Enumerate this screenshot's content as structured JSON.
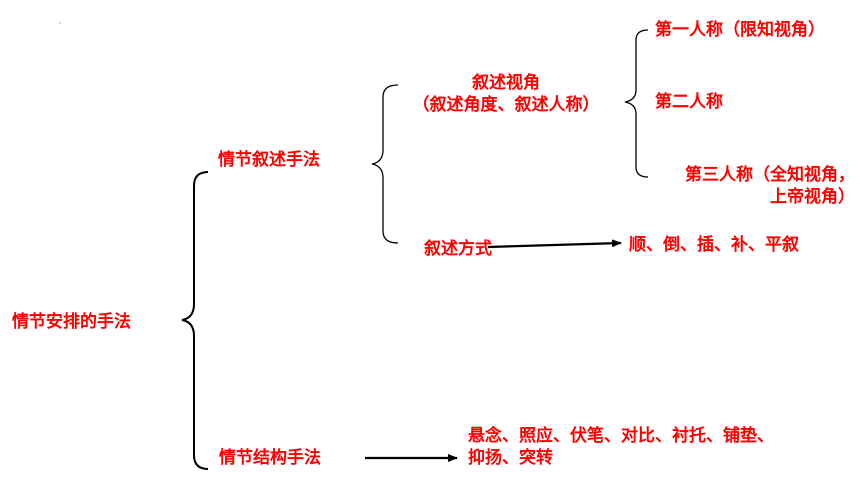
{
  "colors": {
    "text": "#ff0000",
    "lines": "#000000",
    "background": "#ffffff"
  },
  "root": {
    "label": "情节安排的手法"
  },
  "narration": {
    "label": "情节叙述手法",
    "perspective": {
      "line1": "叙述视角",
      "line2": "（叙述角度、叙述人称）",
      "items": {
        "first": "第一人称（限知视角）",
        "second": "第二人称",
        "third_line1": "第三人称（全知视角，",
        "third_line2": "上帝视角）"
      }
    },
    "method": {
      "label": "叙述方式",
      "result": "顺、倒、插、补、平叙"
    }
  },
  "structure": {
    "label": "情节结构手法",
    "result_line1": "悬念、照应、伏笔、对比、衬托、铺垫、",
    "result_line2": "抑扬、突转"
  }
}
